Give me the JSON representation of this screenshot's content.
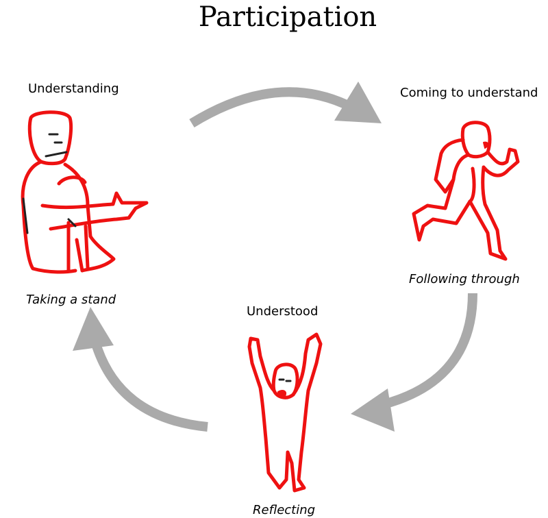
{
  "title": "Participation",
  "stages": {
    "top_left": {
      "label": "Understanding",
      "caption": "Taking a stand"
    },
    "top_right": {
      "label": "Coming to understand",
      "caption": "Following through"
    },
    "bottom": {
      "label": "Understood",
      "caption": "Reflecting"
    }
  },
  "colors": {
    "figure_outline": "#ee1111",
    "arrow": "#aaaaaa"
  }
}
